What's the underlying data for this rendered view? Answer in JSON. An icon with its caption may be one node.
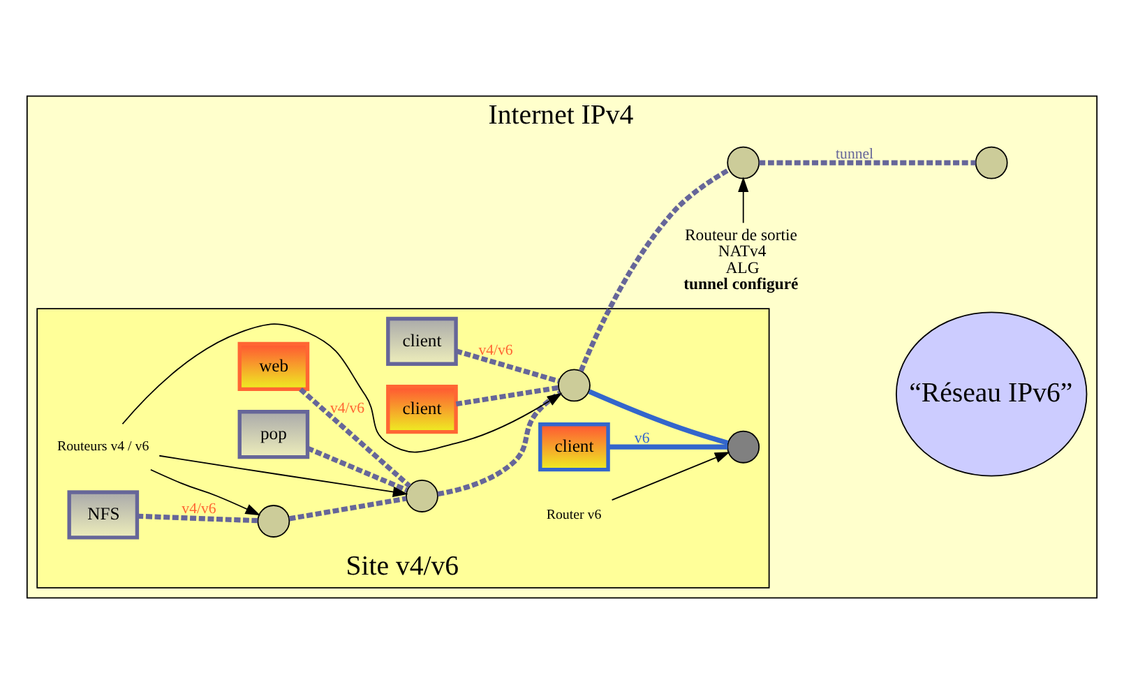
{
  "diagram": {
    "nodes": [
      {
        "text": [
          "Internet IPv4"
        ]
      },
      {
        "text": [
          "Site v4/v6"
        ],
        "in": 0
      },
      {
        "text": [
          "NFS"
        ],
        "in": 1
      },
      {
        "text": [
          "web"
        ],
        "in": 1
      },
      {
        "text": [
          "pop"
        ],
        "in": 1
      },
      {
        "text": [
          "client"
        ],
        "in": 1
      },
      {
        "text": [
          "client"
        ],
        "in": 1
      },
      {
        "text": [
          "client"
        ],
        "in": 1
      },
      {
        "text": [],
        "shape": "circle",
        "in": 1
      },
      {
        "text": [],
        "shape": "circle",
        "in": 1
      },
      {
        "text": [],
        "shape": "circle",
        "in": 1
      },
      {
        "text": [],
        "shape": "circle",
        "in": 1
      },
      {
        "text": [],
        "shape": "circle",
        "in": 0
      },
      {
        "text": [
          "“Réseau IPv6”"
        ],
        "in": 0
      },
      {
        "text": [],
        "shape": "circle",
        "in": 0
      },
      {
        "text": [
          "Routeurs v4 / v6"
        ],
        "in": 1
      },
      {
        "text": [
          "Router v6"
        ],
        "in": 1
      },
      {
        "text": [
          "Routeur de sortie",
          "NATv4",
          "ALG",
          "**tunnel configuré**"
        ],
        "in": 0
      }
    ],
    "edges": [
      {
        "from": 2,
        "to": 8,
        "arrow": "none",
        "label": "v4/v6",
        "style": "dashed"
      },
      {
        "from": 3,
        "to": 9,
        "arrow": "none",
        "label": "v4/v6",
        "style": "dashed"
      },
      {
        "from": 4,
        "to": 9,
        "arrow": "none",
        "style": "dashed"
      },
      {
        "from": 5,
        "to": 10,
        "arrow": "none",
        "label": "v4/v6",
        "style": "dashed"
      },
      {
        "from": 6,
        "to": 10,
        "arrow": "none",
        "style": "dashed"
      },
      {
        "from": 7,
        "to": 11,
        "arrow": "none",
        "label": "v6",
        "color": "#3366cc"
      },
      {
        "from": 8,
        "to": 9,
        "arrow": "none",
        "style": "dashed"
      },
      {
        "from": 9,
        "to": 10,
        "arrow": "none",
        "style": "dashed"
      },
      {
        "from": 10,
        "to": 11,
        "arrow": "none",
        "color": "#3366cc"
      },
      {
        "from": 10,
        "to": 12,
        "arrow": "none",
        "style": "dashed"
      },
      {
        "from": 12,
        "to": 14,
        "arrow": "none",
        "label": "tunnel",
        "style": "dashed",
        "color": "#666699"
      },
      {
        "from": 15,
        "to": 8,
        "arrow": "to",
        "color": "#000000"
      },
      {
        "from": 15,
        "to": 9,
        "arrow": "to",
        "color": "#000000"
      },
      {
        "from": 15,
        "to": 10,
        "arrow": "to",
        "color": "#000000"
      },
      {
        "from": 16,
        "to": 11,
        "arrow": "to",
        "color": "#000000"
      },
      {
        "from": 17,
        "to": 12,
        "arrow": "to",
        "color": "#000000"
      }
    ]
  }
}
